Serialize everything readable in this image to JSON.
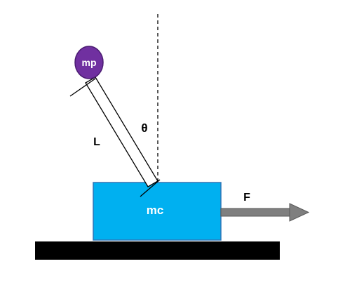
{
  "labels": {
    "pendulum_mass": "mp",
    "cart_mass": "mc",
    "length": "L",
    "angle": "θ",
    "force": "F"
  },
  "colors": {
    "cart_fill": "#00b0f0",
    "cart_stroke": "#2e74b5",
    "bob_fill": "#7030a0",
    "bob_stroke": "#4b1c72",
    "ground": "#000000",
    "arrow": "#7f7f7f",
    "arrow_stroke": "#595959",
    "rod": "#000000"
  }
}
